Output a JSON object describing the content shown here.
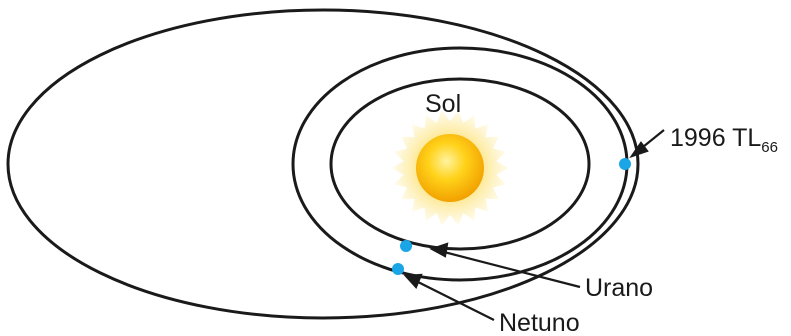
{
  "labels": {
    "sun": "Sol",
    "object_main": "1996 TL",
    "object_sub": "66",
    "uranus": "Urano",
    "neptune": "Netuno"
  },
  "colors": {
    "orbit": "#1a1a1a",
    "body_dot": "#1aa6e6",
    "sun_core": "#f5b400",
    "sun_glow": "#fde68a",
    "sun_halo": "#fff6cc"
  }
}
